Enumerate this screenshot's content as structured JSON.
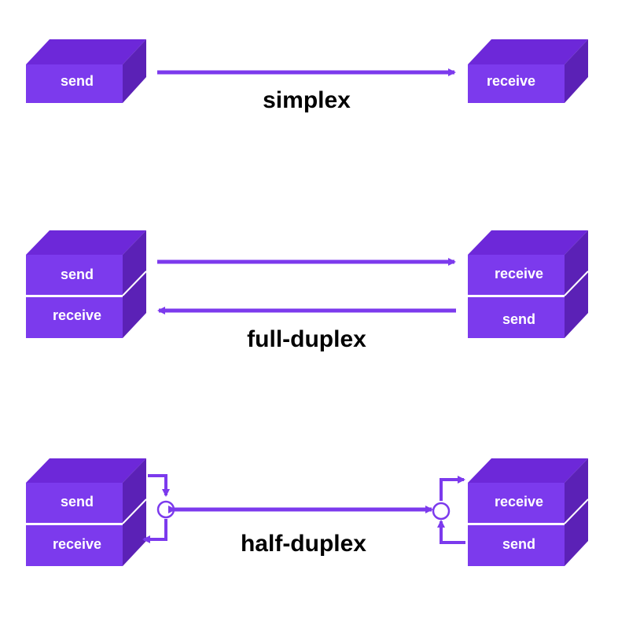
{
  "colors": {
    "front": "#7c3aed",
    "top": "#6d28d9",
    "side": "#5b21b6",
    "arrow": "#7c3aed",
    "label_text": "#ffffff",
    "caption_text": "#000000"
  },
  "simplex": {
    "left_box": "send",
    "right_box": "receive",
    "label": "simplex"
  },
  "full_duplex": {
    "left_top": "send",
    "left_bottom": "receive",
    "right_top": "receive",
    "right_bottom": "send",
    "label": "full-duplex"
  },
  "half_duplex": {
    "left_top": "send",
    "left_bottom": "receive",
    "right_top": "receive",
    "right_bottom": "send",
    "label": "half-duplex"
  }
}
